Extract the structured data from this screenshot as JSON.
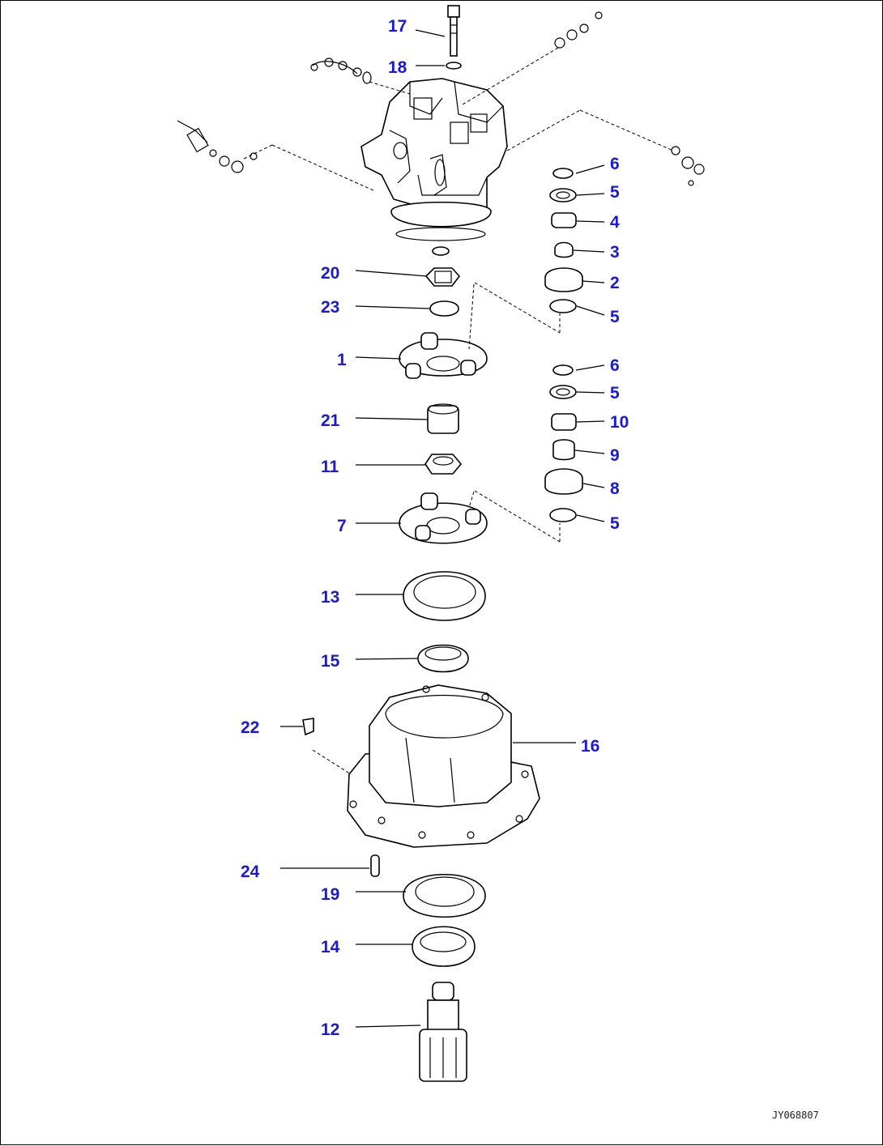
{
  "diagram": {
    "callouts": [
      "17",
      "18",
      "6",
      "5",
      "4",
      "3",
      "2",
      "5",
      "20",
      "23",
      "1",
      "6",
      "5",
      "10",
      "9",
      "8",
      "5",
      "21",
      "11",
      "7",
      "13",
      "15",
      "22",
      "16",
      "24",
      "19",
      "14",
      "12"
    ],
    "drawing_ref": "JY068807"
  }
}
